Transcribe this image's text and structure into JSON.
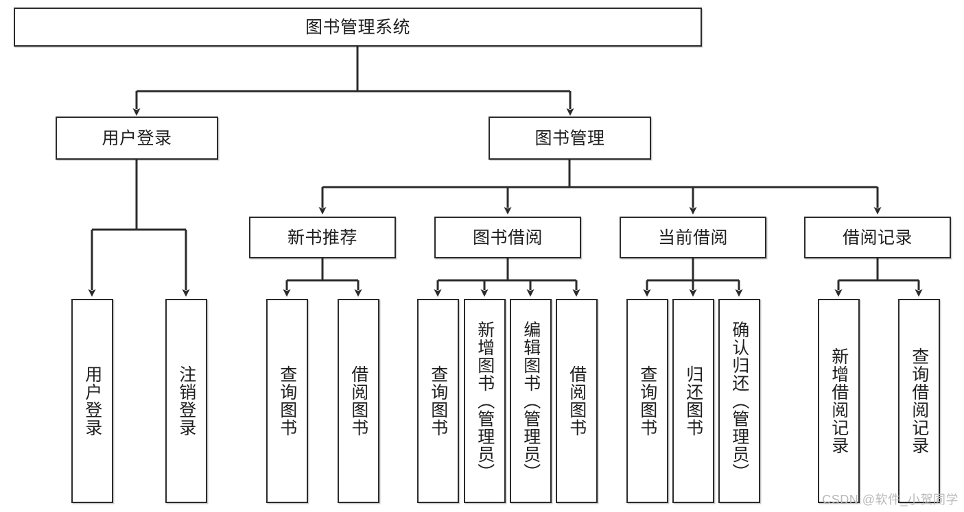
{
  "diagram": {
    "title_node": {
      "id": "root",
      "label": "图书管理系统"
    },
    "level2": [
      {
        "id": "login",
        "label": "用户登录"
      },
      {
        "id": "bookmgmt",
        "label": "图书管理"
      }
    ],
    "level3": [
      {
        "id": "newbook",
        "label": "新书推荐"
      },
      {
        "id": "borrow",
        "label": "图书借阅"
      },
      {
        "id": "current",
        "label": "当前借阅"
      },
      {
        "id": "records",
        "label": "借阅记录"
      }
    ],
    "leaves": {
      "login": [
        {
          "id": "leaf-user-login",
          "label": "用户登录"
        },
        {
          "id": "leaf-logout",
          "label": "注销登录"
        }
      ],
      "newbook": [
        {
          "id": "leaf-query-book-1",
          "label": "查询图书"
        },
        {
          "id": "leaf-borrow-book-1",
          "label": "借阅图书"
        }
      ],
      "borrow": [
        {
          "id": "leaf-query-book-2",
          "label": "查询图书"
        },
        {
          "id": "leaf-add-book",
          "label": "新增图书（管理员）"
        },
        {
          "id": "leaf-edit-book",
          "label": "编辑图书（管理员）"
        },
        {
          "id": "leaf-borrow-book-2",
          "label": "借阅图书"
        }
      ],
      "current": [
        {
          "id": "leaf-query-book-3",
          "label": "查询图书"
        },
        {
          "id": "leaf-return-book",
          "label": "归还图书"
        },
        {
          "id": "leaf-confirm-return",
          "label": "确认归还（管理员）"
        }
      ],
      "records": [
        {
          "id": "leaf-add-record",
          "label": "新增借阅记录"
        },
        {
          "id": "leaf-query-record",
          "label": "查询借阅记录"
        }
      ]
    }
  },
  "watermark": {
    "text": "CSDN @软件_小贺同学"
  },
  "colors": {
    "border": "#2b2b2b",
    "background": "#ffffff",
    "text": "#1f1f1f",
    "watermark": "#b9b9b9"
  }
}
